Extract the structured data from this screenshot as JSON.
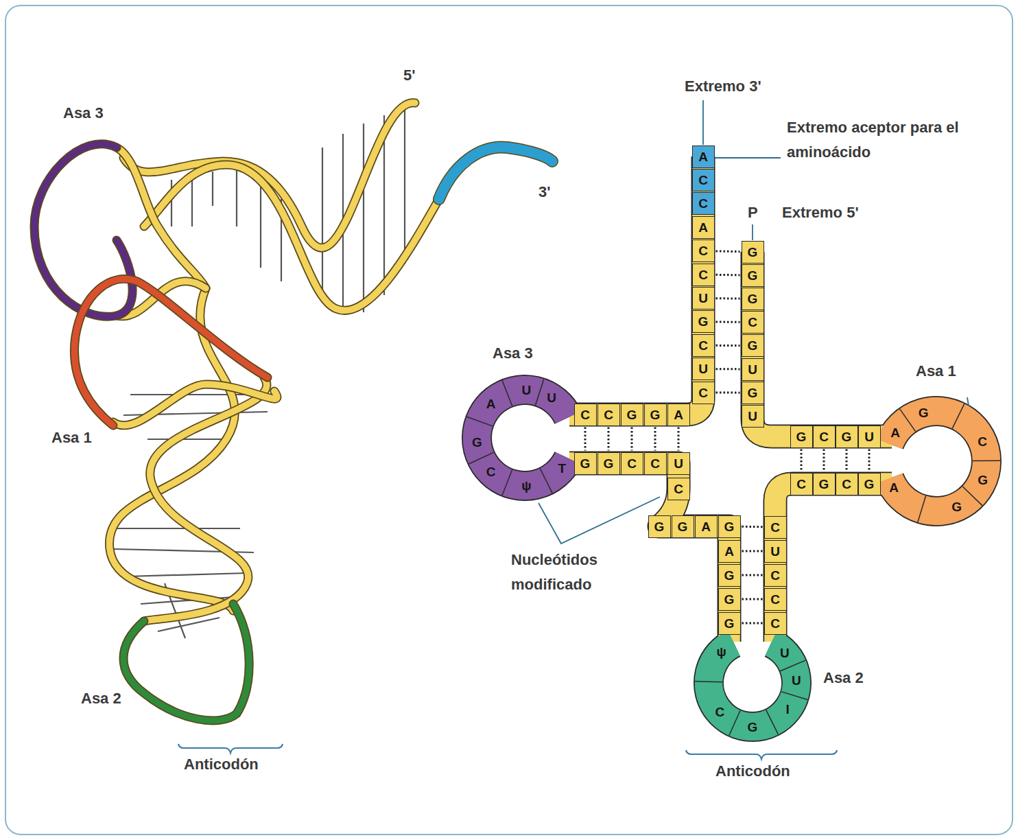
{
  "diagram": {
    "nodes": [
      {
        "text": [
          "A"
        ]
      },
      {
        "text": [
          "C"
        ]
      },
      {
        "text": [
          "C"
        ]
      },
      {
        "text": [
          "A"
        ]
      },
      {
        "text": [
          "C"
        ]
      },
      {
        "text": [
          "C"
        ]
      },
      {
        "text": [
          "U"
        ]
      },
      {
        "text": [
          "G"
        ]
      },
      {
        "text": [
          "C"
        ]
      },
      {
        "text": [
          "U"
        ]
      },
      {
        "text": [
          "C"
        ]
      },
      {
        "text": [
          "G"
        ]
      },
      {
        "text": [
          "G"
        ]
      },
      {
        "text": [
          "G"
        ]
      },
      {
        "text": [
          "C"
        ]
      },
      {
        "text": [
          "G"
        ]
      },
      {
        "text": [
          "U"
        ]
      },
      {
        "text": [
          "G"
        ]
      },
      {
        "text": [
          "U"
        ]
      },
      {
        "text": [
          "C"
        ]
      },
      {
        "text": [
          "C"
        ]
      },
      {
        "text": [
          "G"
        ]
      },
      {
        "text": [
          "G"
        ]
      },
      {
        "text": [
          "A"
        ]
      },
      {
        "text": [
          "U"
        ]
      },
      {
        "text": [
          "U"
        ]
      },
      {
        "text": [
          "A"
        ]
      },
      {
        "text": [
          "G"
        ]
      },
      {
        "text": [
          "C"
        ]
      },
      {
        "text": [
          "ψ"
        ]
      },
      {
        "text": [
          "T"
        ]
      },
      {
        "text": [
          "G"
        ]
      },
      {
        "text": [
          "G"
        ]
      },
      {
        "text": [
          "C"
        ]
      },
      {
        "text": [
          "C"
        ]
      },
      {
        "text": [
          "U"
        ]
      },
      {
        "text": [
          "C"
        ]
      },
      {
        "text": [
          "G"
        ]
      },
      {
        "text": [
          "G"
        ]
      },
      {
        "text": [
          "A"
        ]
      },
      {
        "text": [
          "G"
        ]
      },
      {
        "text": [
          "A"
        ]
      },
      {
        "text": [
          "G"
        ]
      },
      {
        "text": [
          "G"
        ]
      },
      {
        "text": [
          "G"
        ]
      },
      {
        "text": [
          "ψ"
        ]
      },
      {
        "text": [
          "C"
        ]
      },
      {
        "text": [
          "G"
        ]
      },
      {
        "text": [
          "I"
        ]
      },
      {
        "text": [
          "U"
        ]
      },
      {
        "text": [
          "U"
        ]
      },
      {
        "text": [
          "C"
        ]
      },
      {
        "text": [
          "U"
        ]
      },
      {
        "text": [
          "C"
        ]
      },
      {
        "text": [
          "C"
        ]
      },
      {
        "text": [
          "C"
        ]
      },
      {
        "text": [
          "G"
        ]
      },
      {
        "text": [
          "C"
        ]
      },
      {
        "text": [
          "G"
        ]
      },
      {
        "text": [
          "U"
        ]
      },
      {
        "text": [
          "A"
        ]
      },
      {
        "text": [
          "G"
        ]
      },
      {
        "text": [
          "C"
        ]
      },
      {
        "text": [
          "G"
        ]
      },
      {
        "text": [
          "G"
        ]
      },
      {
        "text": [
          "A"
        ]
      },
      {
        "text": [
          "C"
        ]
      },
      {
        "text": [
          "G"
        ]
      },
      {
        "text": [
          "C"
        ]
      },
      {
        "text": [
          "G"
        ]
      }
    ],
    "edges": [
      {
        "from": 4,
        "to": 11,
        "arrow": "none"
      },
      {
        "from": 5,
        "to": 12,
        "arrow": "none"
      },
      {
        "from": 6,
        "to": 13,
        "arrow": "none"
      },
      {
        "from": 7,
        "to": 14,
        "arrow": "none"
      },
      {
        "from": 8,
        "to": 15,
        "arrow": "none"
      },
      {
        "from": 9,
        "to": 16,
        "arrow": "none"
      },
      {
        "from": 10,
        "to": 17,
        "arrow": "none"
      },
      {
        "from": 19,
        "to": 31,
        "arrow": "none"
      },
      {
        "from": 20,
        "to": 32,
        "arrow": "none"
      },
      {
        "from": 21,
        "to": 33,
        "arrow": "none"
      },
      {
        "from": 22,
        "to": 34,
        "arrow": "none"
      },
      {
        "from": 23,
        "to": 35,
        "arrow": "none"
      },
      {
        "from": 40,
        "to": 51,
        "arrow": "none"
      },
      {
        "from": 41,
        "to": 52,
        "arrow": "none"
      },
      {
        "from": 42,
        "to": 53,
        "arrow": "none"
      },
      {
        "from": 43,
        "to": 54,
        "arrow": "none"
      },
      {
        "from": 44,
        "to": 55,
        "arrow": "none"
      },
      {
        "from": 56,
        "to": 66,
        "arrow": "none"
      },
      {
        "from": 57,
        "to": 67,
        "arrow": "none"
      },
      {
        "from": 58,
        "to": 68,
        "arrow": "none"
      },
      {
        "from": 59,
        "to": 69,
        "arrow": "none"
      }
    ],
    "labels": [
      "Asa 3",
      "5'",
      "3'",
      "Asa 1",
      "Asa 2",
      "Anticodón",
      "Extremo 3'",
      "Extremo aceptor para el aminoácido",
      "P",
      "Extremo 5'",
      "Asa 3",
      "Asa 1",
      "Nucleótidos modificado",
      "Asa 2",
      "Anticodón"
    ]
  }
}
